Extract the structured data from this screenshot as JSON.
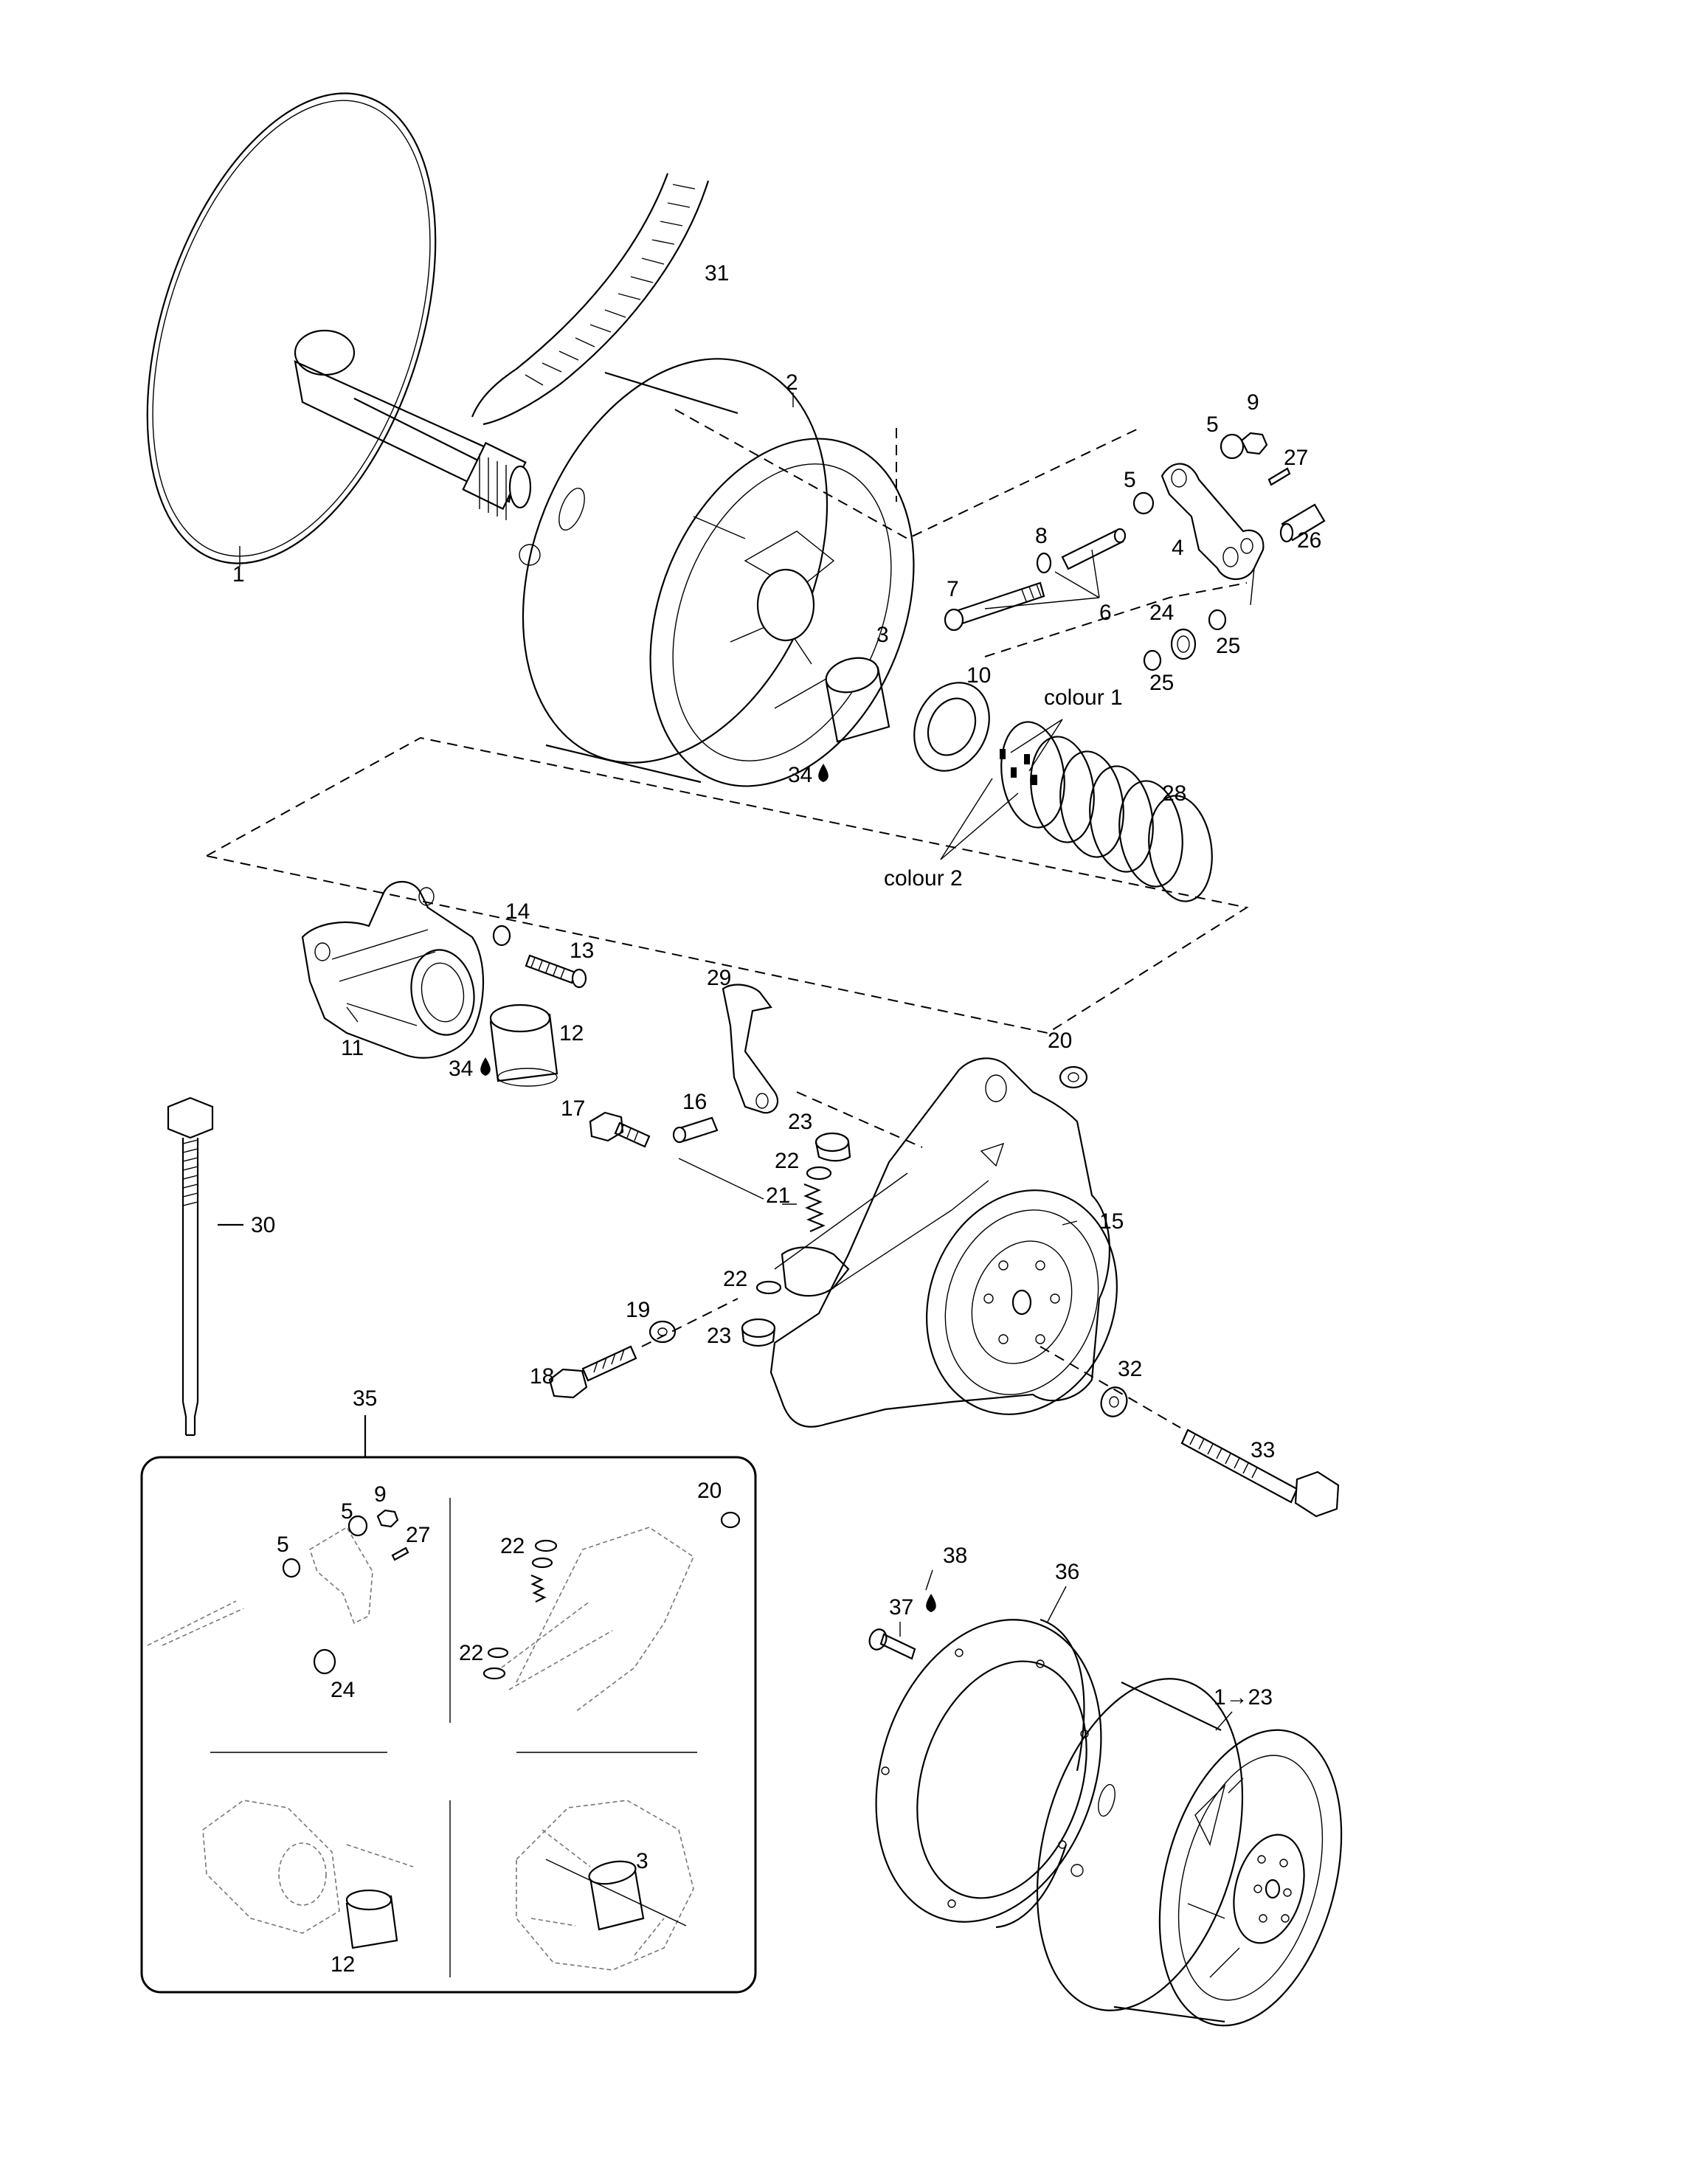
{
  "labels": {
    "l1": "1",
    "l2": "2",
    "l3": "3",
    "l4": "4",
    "l5a": "5",
    "l5b": "5",
    "l6": "6",
    "l7": "7",
    "l8": "8",
    "l9": "9",
    "l10": "10",
    "l11": "11",
    "l12": "12",
    "l13": "13",
    "l14": "14",
    "l15": "15",
    "l16": "16",
    "l17": "17",
    "l18": "18",
    "l19": "19",
    "l20": "20",
    "l21": "21",
    "l22a": "22",
    "l22b": "22",
    "l23a": "23",
    "l23b": "23",
    "l24": "24",
    "l25a": "25",
    "l25b": "25",
    "l26": "26",
    "l27": "27",
    "l28": "28",
    "l29": "29",
    "l30": "30",
    "l31": "31",
    "l32": "32",
    "l33": "33",
    "l34a": "34",
    "l34b": "34",
    "l35": "35",
    "l36": "36",
    "l37": "37",
    "l38": "38",
    "l1to23": "1→23",
    "colour1": "colour 1",
    "colour2": "colour 2"
  },
  "inset": {
    "q1": {
      "l9": "9",
      "l5a": "5",
      "l27": "27",
      "l5b": "5",
      "l24": "24"
    },
    "q2": {
      "l20": "20",
      "l22a": "22",
      "l22b": "22"
    },
    "q3": {
      "l12": "12"
    },
    "q4": {
      "l3": "3"
    }
  }
}
